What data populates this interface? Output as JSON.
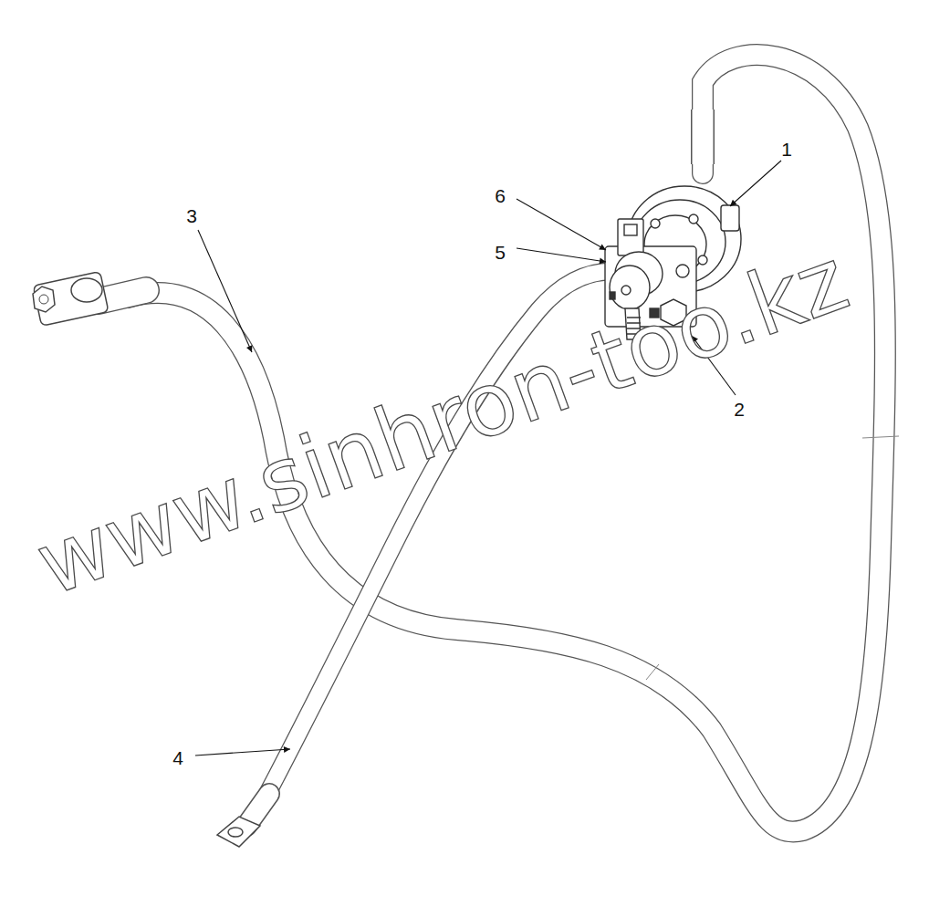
{
  "diagram": {
    "labels": [
      "1",
      "2",
      "3",
      "4",
      "5",
      "6",
      "www.sinhron-too.kz"
    ]
  }
}
